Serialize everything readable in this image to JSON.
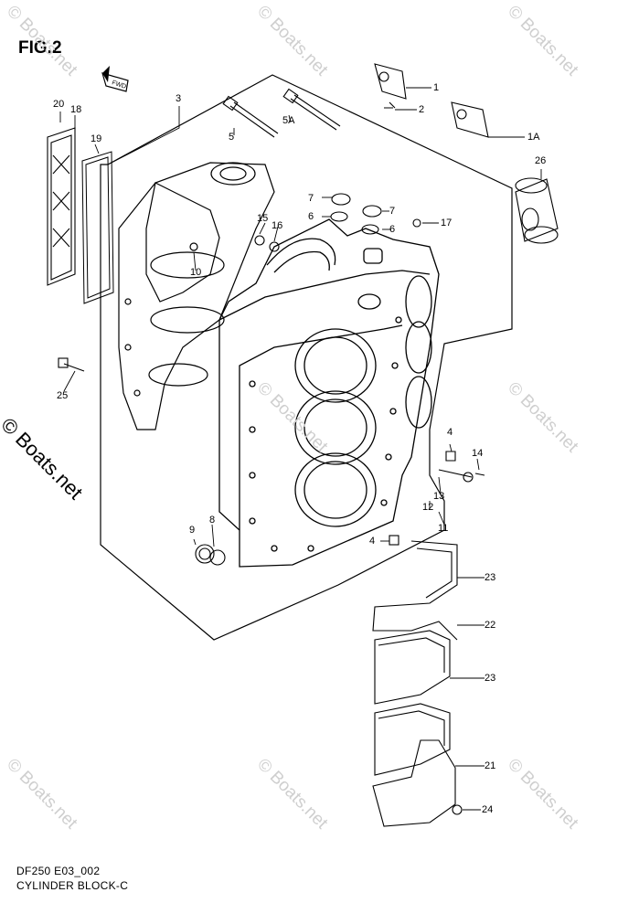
{
  "figure": {
    "title": "FIG.2",
    "caption_line1": "DF250 E03_002",
    "caption_line2": "CYLINDER BLOCK-C",
    "fwd_label": "FWD"
  },
  "watermark": {
    "text": "© Boats.net"
  },
  "callouts": [
    {
      "id": "1",
      "label": "1"
    },
    {
      "id": "2",
      "label": "2"
    },
    {
      "id": "1A",
      "label": "1A"
    },
    {
      "id": "26",
      "label": "26"
    },
    {
      "id": "3",
      "label": "3"
    },
    {
      "id": "5",
      "label": "5"
    },
    {
      "id": "5A",
      "label": "5A"
    },
    {
      "id": "20",
      "label": "20"
    },
    {
      "id": "18",
      "label": "18"
    },
    {
      "id": "19",
      "label": "19"
    },
    {
      "id": "7a",
      "label": "7"
    },
    {
      "id": "6a",
      "label": "6"
    },
    {
      "id": "7b",
      "label": "7"
    },
    {
      "id": "6b",
      "label": "6"
    },
    {
      "id": "17",
      "label": "17"
    },
    {
      "id": "15",
      "label": "15"
    },
    {
      "id": "16",
      "label": "16"
    },
    {
      "id": "10",
      "label": "10"
    },
    {
      "id": "25",
      "label": "25"
    },
    {
      "id": "4a",
      "label": "4"
    },
    {
      "id": "14",
      "label": "14"
    },
    {
      "id": "13",
      "label": "13"
    },
    {
      "id": "12",
      "label": "12"
    },
    {
      "id": "11",
      "label": "11"
    },
    {
      "id": "9",
      "label": "9"
    },
    {
      "id": "8",
      "label": "8"
    },
    {
      "id": "4b",
      "label": "4"
    },
    {
      "id": "23a",
      "label": "23"
    },
    {
      "id": "22",
      "label": "22"
    },
    {
      "id": "23b",
      "label": "23"
    },
    {
      "id": "21",
      "label": "21"
    },
    {
      "id": "24",
      "label": "24"
    }
  ]
}
